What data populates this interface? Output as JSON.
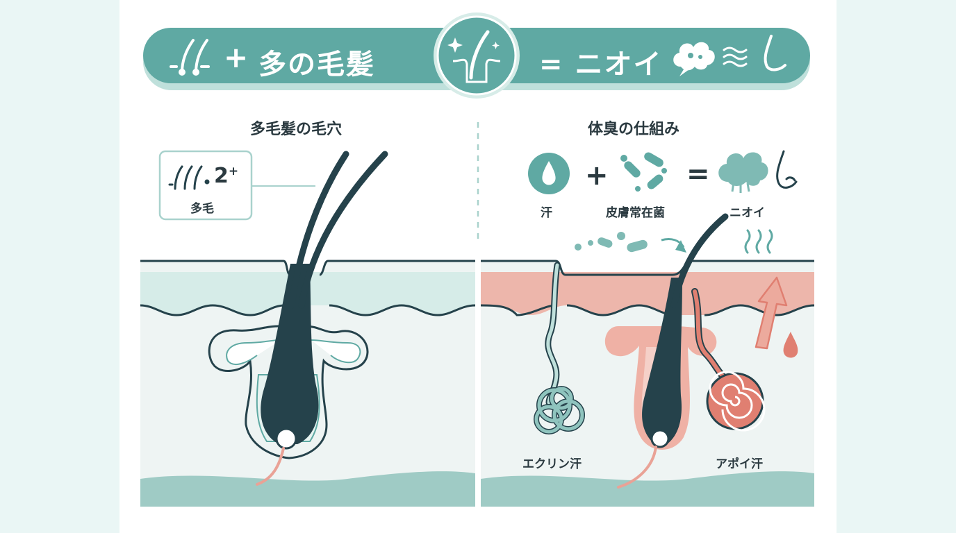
{
  "banner": {
    "left_text": "多の毛髪",
    "plus": "+",
    "right_text": "= ニオイ"
  },
  "left_panel": {
    "title": "多毛髪の毛穴",
    "badge_count": "2",
    "badge_sup": "+",
    "badge_label": "多毛"
  },
  "right_panel": {
    "title": "体臭の仕組み",
    "plus": "+",
    "equals": "=",
    "formula_labels": [
      "汗",
      "皮膚常在菌",
      "ニオイ"
    ],
    "gland_labels": [
      "エクリン汗",
      "アポイ汗"
    ]
  },
  "colors": {
    "teal": "#5fa9a3",
    "dark": "#25424b",
    "pink": "#e9a296",
    "salmon": "#e07f71",
    "mint": "#d6ece8",
    "pale": "#eef4f3"
  },
  "icons": [
    "hair-icon",
    "hair-follicle-icon",
    "smell-cloud-icon",
    "wave-icon",
    "nose-icon",
    "sweat-drop-icon",
    "bacteria-icon",
    "arrow-icon"
  ]
}
